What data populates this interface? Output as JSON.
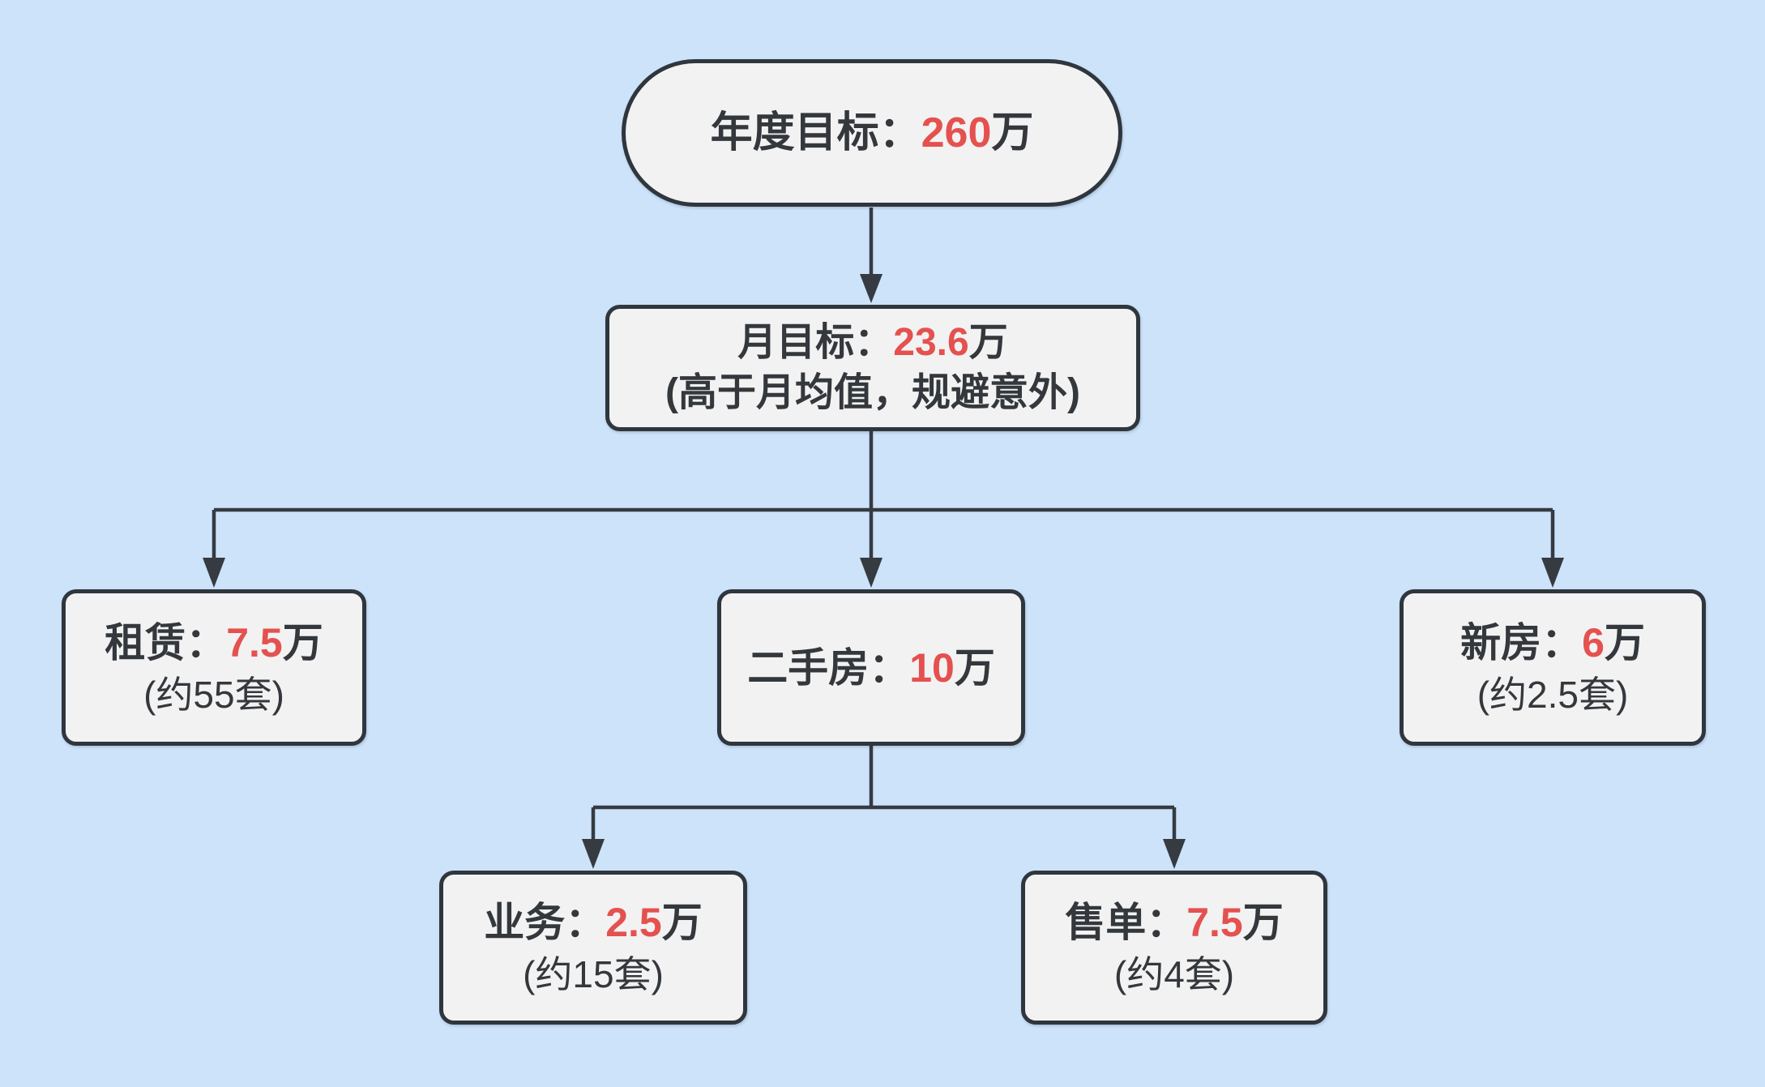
{
  "colors": {
    "background": "#cce3fa",
    "node_fill": "#f2f2f2",
    "node_border": "#2f363d",
    "connector_line": "#363b41",
    "text": "#34383c",
    "accent_red": "#e4514f"
  },
  "nodes": {
    "annual": {
      "label": "年度目标：",
      "value": "260",
      "unit": "万"
    },
    "monthly": {
      "label": "月目标：",
      "value": "23.6",
      "unit": "万",
      "note": "(高于月均值，规避意外)"
    },
    "rental": {
      "label": "租赁：",
      "value": "7.5",
      "unit": "万",
      "note": "(约55套)"
    },
    "secondhand": {
      "label": "二手房：",
      "value": "10",
      "unit": "万"
    },
    "newhouse": {
      "label": "新房：",
      "value": "6",
      "unit": "万",
      "note": "(约2.5套)"
    },
    "business": {
      "label": "业务：",
      "value": "2.5",
      "unit": "万",
      "note": "(约15套)"
    },
    "saleorder": {
      "label": "售单：",
      "value": "7.5",
      "unit": "万",
      "note": "(约4套)"
    }
  }
}
